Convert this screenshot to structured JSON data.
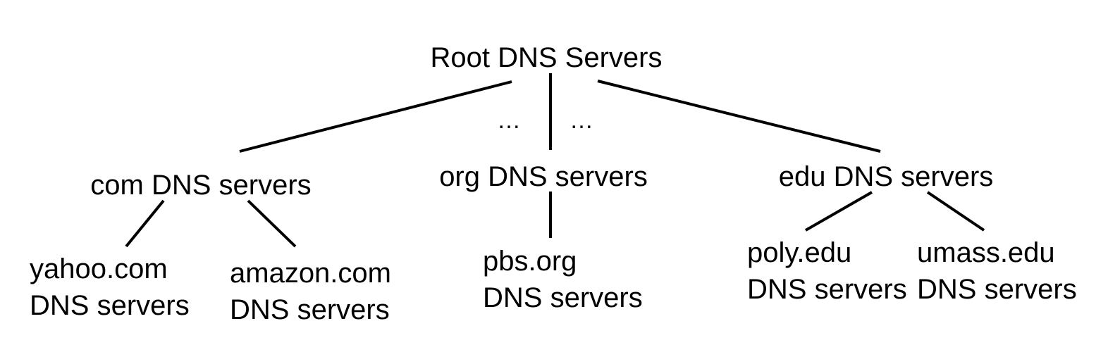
{
  "root": {
    "label": "Root DNS Servers"
  },
  "ellipses": {
    "left": "…",
    "right": "…"
  },
  "tlds": [
    {
      "label": "com DNS servers"
    },
    {
      "label": "org DNS servers"
    },
    {
      "label": "edu DNS servers"
    }
  ],
  "authoritative": [
    {
      "line1": "yahoo.com",
      "line2": "DNS servers"
    },
    {
      "line1": "amazon.com",
      "line2": "DNS servers"
    },
    {
      "line1": "pbs.org",
      "line2": "DNS servers"
    },
    {
      "line1": "poly.edu",
      "line2": "DNS servers"
    },
    {
      "line1": "umass.edu",
      "line2": "DNS servers"
    }
  ]
}
